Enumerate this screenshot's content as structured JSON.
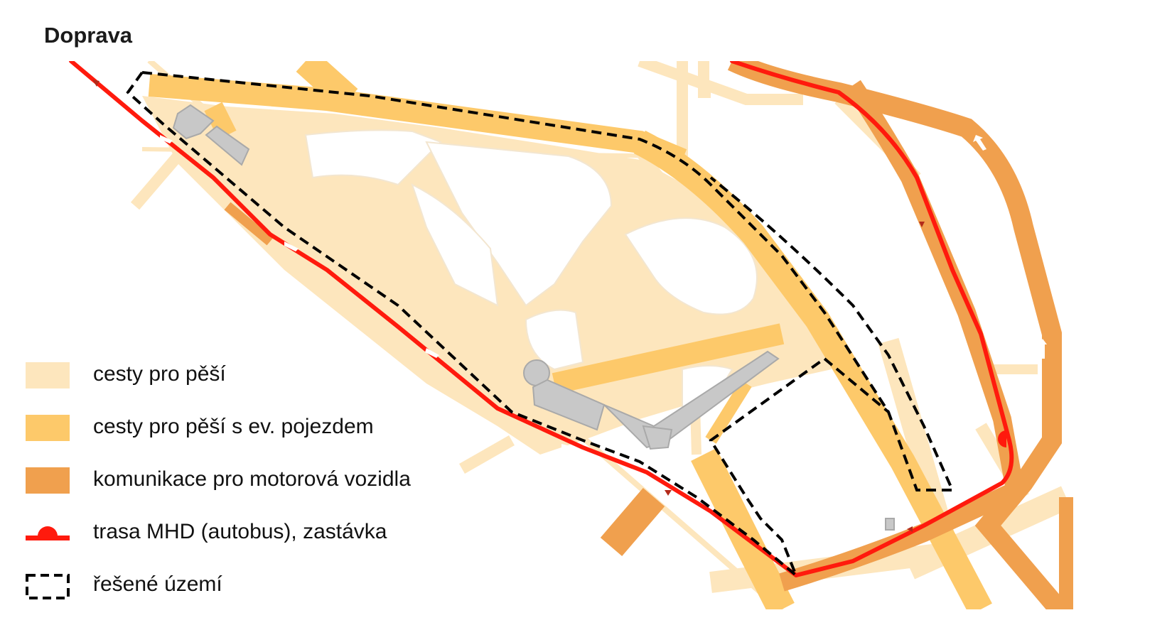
{
  "title": "Doprava",
  "colors": {
    "pedestrian": "#fde6bd",
    "pedestrian_vehicle": "#fdc96a",
    "motor_roads": "#f0a04e",
    "bus_route": "#ff1a0d",
    "boundary": "#000000",
    "buildings": "#c8c8c8",
    "background": "#ffffff"
  },
  "legend": {
    "items": [
      {
        "id": "pedestrian",
        "label": "cesty pro pěší",
        "symbol": "light-orange-swatch"
      },
      {
        "id": "pedestrian_vehicle",
        "label": "cesty pro pěší s ev. pojezdem",
        "symbol": "orange-swatch"
      },
      {
        "id": "motor_roads",
        "label": "komunikace pro motorová vozidla",
        "symbol": "dark-orange-swatch"
      },
      {
        "id": "bus_route",
        "label": "trasa MHD (autobus), zastávka",
        "symbol": "bus-route-line-with-stop"
      },
      {
        "id": "boundary",
        "label": "řešené území",
        "symbol": "dashed-square"
      }
    ]
  }
}
